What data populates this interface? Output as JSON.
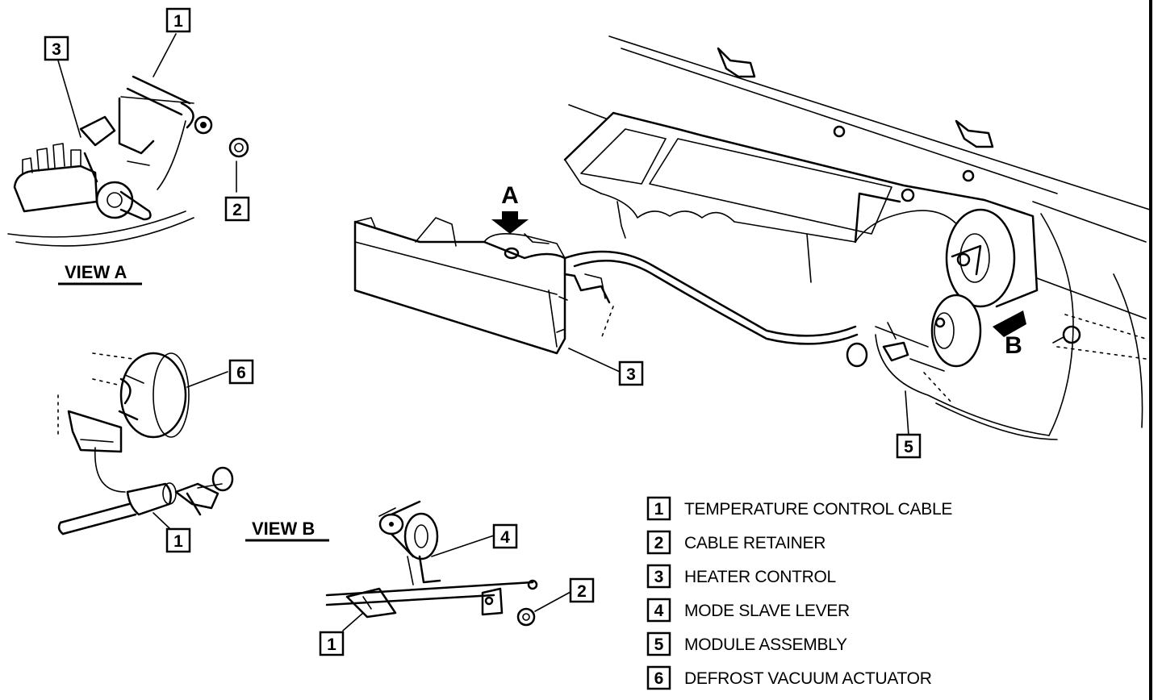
{
  "views": {
    "a_label": "VIEW A",
    "b_label": "VIEW B"
  },
  "arrows": {
    "a": "A",
    "b": "B"
  },
  "callouts": {
    "view_a": [
      "1",
      "2",
      "3"
    ],
    "main": [
      "3",
      "5"
    ],
    "actuator": [
      "6",
      "1"
    ],
    "view_b": [
      "4",
      "2",
      "1"
    ]
  },
  "legend": [
    {
      "number": "1",
      "text": "TEMPERATURE CONTROL CABLE"
    },
    {
      "number": "2",
      "text": "CABLE RETAINER"
    },
    {
      "number": "3",
      "text": "HEATER CONTROL"
    },
    {
      "number": "4",
      "text": "MODE SLAVE LEVER"
    },
    {
      "number": "5",
      "text": "MODULE ASSEMBLY"
    },
    {
      "number": "6",
      "text": "DEFROST VACUUM ACTUATOR"
    }
  ]
}
